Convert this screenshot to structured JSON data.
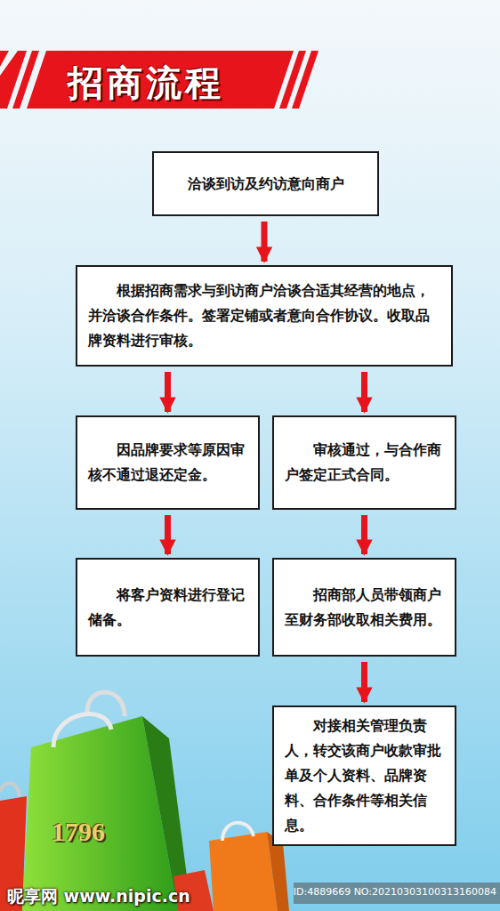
{
  "diagram": {
    "title": "招商流程",
    "nodes": [
      {
        "text": [
          "洽谈到访及约访意向商户"
        ]
      },
      {
        "text": [
          "根据招商需求与到访商户洽谈合适其经营的地点，并洽谈合作条件。签署定铺或者意向合作协议。收取品牌资料进行审核。"
        ]
      },
      {
        "text": [
          "因品牌要求等原因审核不通过退还定金。"
        ]
      },
      {
        "text": [
          "审核通过，与合作商户签定正式合同。"
        ]
      },
      {
        "text": [
          "将客户资料进行登记储备。"
        ]
      },
      {
        "text": [
          "招商部人员带领商户至财务部收取相关费用。"
        ]
      },
      {
        "text": [
          "对接相关管理负责人，转交该商户收款审批单及个人资料、品牌资料、合作条件等相关信息。"
        ]
      }
    ],
    "edges": [
      {
        "from": 0,
        "to": 1,
        "arrow": "to"
      },
      {
        "from": 1,
        "to": 2,
        "arrow": "to"
      },
      {
        "from": 1,
        "to": 3,
        "arrow": "to"
      },
      {
        "from": 2,
        "to": 4,
        "arrow": "to"
      },
      {
        "from": 3,
        "to": 5,
        "arrow": "to"
      },
      {
        "from": 5,
        "to": 6,
        "arrow": "to"
      }
    ],
    "labels": [
      "1796",
      "昵享网 www.nipic.cn",
      "ID:4889669 NO:20210303100313160084"
    ]
  }
}
